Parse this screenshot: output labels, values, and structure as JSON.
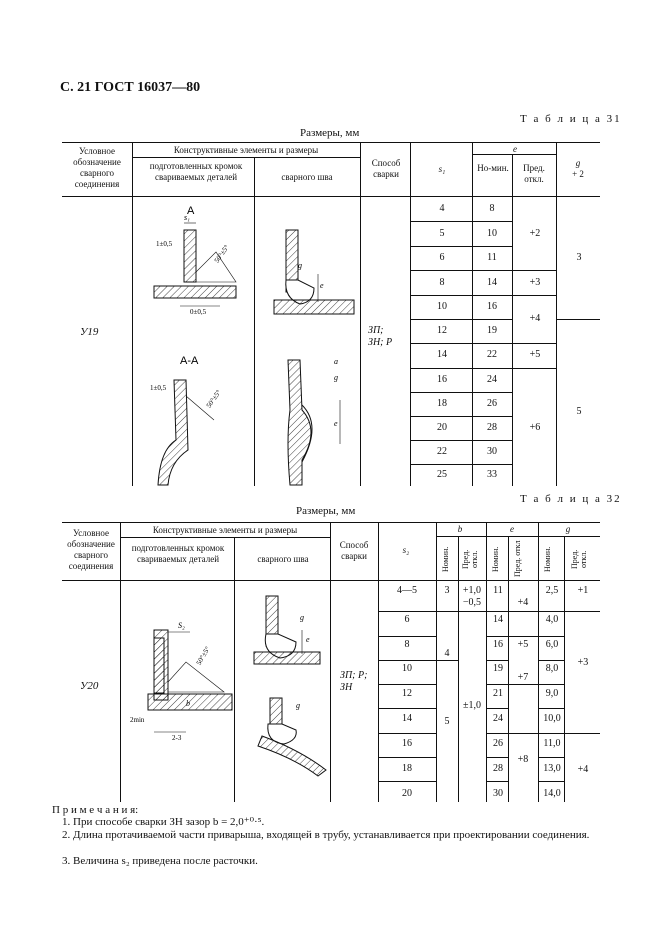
{
  "page_header": "С. 21 ГОСТ 16037—80",
  "table31": {
    "name": "Т а б л и ц а  31",
    "units": "Размеры, мм",
    "headers": {
      "designation": "Условное обозначение сварного соединения",
      "structural": "Конструктивные элементы и размеры",
      "prepared": "подготовленных кромок свариваемых деталей",
      "weld": "сварного шва",
      "method": "Способ сварки",
      "s1": "s₁",
      "e": "e",
      "nom": "Но-мин.",
      "tol": "Пред. откл.",
      "g": "g",
      "g_tol": "+ 2"
    },
    "designation": "У19",
    "method": "ЗП; ЗН; Р",
    "sketch_labels": {
      "section": "А",
      "section2": "А-А",
      "s1": "s₁",
      "gap": "1±0,5",
      "angle": "50°±5°",
      "dim": "1±0,5",
      "bottom": "0±0,5",
      "g": "g",
      "e": "e",
      "a": "a"
    },
    "rows": [
      {
        "s": "4",
        "e": "8"
      },
      {
        "s": "5",
        "e": "10"
      },
      {
        "s": "6",
        "e": "11"
      },
      {
        "s": "8",
        "e": "14"
      },
      {
        "s": "10",
        "e": "16"
      },
      {
        "s": "12",
        "e": "19"
      },
      {
        "s": "14",
        "e": "22"
      },
      {
        "s": "16",
        "e": "24"
      },
      {
        "s": "18",
        "e": "26"
      },
      {
        "s": "20",
        "e": "28"
      },
      {
        "s": "22",
        "e": "30"
      },
      {
        "s": "25",
        "e": "33"
      }
    ],
    "e_tol": [
      "+2",
      "+3",
      "+4",
      "+5",
      "+6"
    ],
    "g_vals": [
      "3",
      "5"
    ]
  },
  "table32": {
    "name": "Т а б л и ц а  32",
    "units": "Размеры, мм",
    "headers": {
      "designation": "Условное обозначение сварного соединения",
      "structural": "Конструктивные элементы и размеры",
      "prepared": "подготовленных кромок свариваемых деталей",
      "weld": "сварного шва",
      "method": "Способ сварки",
      "s2": "s₂",
      "b": "b",
      "e": "e",
      "g": "g",
      "nom": "Номин.",
      "tol": "Пред. откл.",
      "tol2": "Пред. откл"
    },
    "designation": "У20",
    "method": "ЗП; Р; ЗН",
    "sketch_labels": {
      "s2": "S₂",
      "angle": "50°±5°",
      "b": "b",
      "min": "2min",
      "range": "2-3",
      "g": "g",
      "e": "e"
    },
    "rows": [
      {
        "s": "4—5",
        "e": "11",
        "g": "2,5"
      },
      {
        "s": "6",
        "e": "14",
        "g": "4,0"
      },
      {
        "s": "8",
        "e": "16",
        "g": "6,0"
      },
      {
        "s": "10",
        "e": "19",
        "g": "8,0"
      },
      {
        "s": "12",
        "e": "21",
        "g": "9,0"
      },
      {
        "s": "14",
        "e": "24",
        "g": "10,0"
      },
      {
        "s": "16",
        "e": "26",
        "g": "11,0"
      },
      {
        "s": "18",
        "e": "28",
        "g": "13,0"
      },
      {
        "s": "20",
        "e": "30",
        "g": "14,0"
      }
    ],
    "b_nom": [
      "3",
      "4",
      "5"
    ],
    "b_tol": [
      "+1,0",
      "−0,5",
      "±1,0"
    ],
    "e_tol": [
      "+4",
      "+5",
      "+7",
      "+8"
    ],
    "g_tol": [
      "+1",
      "+3",
      "+4"
    ]
  },
  "notes": {
    "title": "П р и м е ч а н и я:",
    "n1": "1. При способе сварки  ЗН  зазор b = 2,0⁺⁰·⁵.",
    "n2": "2. Длина  протачиваемой части приварыша, входящей в трубу, устанавливается при проектировании соединения.",
    "n3": "3. Величина  s₂  приведена после расточки."
  }
}
